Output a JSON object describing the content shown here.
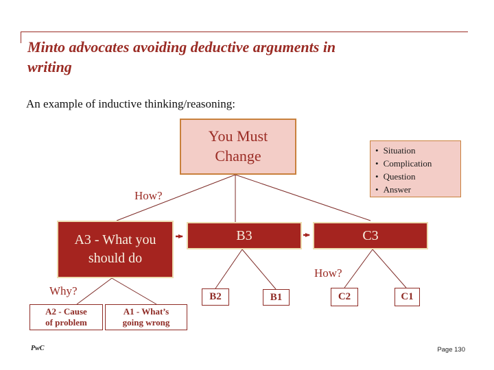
{
  "slide": {
    "title": {
      "line1": "Minto advocates avoiding deductive arguments in",
      "line2": "writing"
    },
    "subtitle": "An example of inductive thinking/reasoning:",
    "footer": {
      "logo": "PwC",
      "page": "Page 130"
    }
  },
  "diagram": {
    "top_box": {
      "line1": "You Must",
      "line2": "Change"
    },
    "scqa_box": {
      "items": [
        "Situation",
        "Complication",
        "Question",
        "Answer"
      ]
    },
    "labels": {
      "how_top": "How?",
      "why": "Why?",
      "how_right": "How?"
    },
    "level3": {
      "a3": {
        "line1": "A3 - What you",
        "line2": "should do"
      },
      "b3": "B3",
      "c3": "C3"
    },
    "level2": {
      "b2": "B2",
      "b1": "B1",
      "c2": "C2",
      "c1": "C1"
    },
    "level1": {
      "a2": {
        "line1": "A2 - Cause",
        "line2": "of problem"
      },
      "a1": {
        "line1": "A1 - What’s",
        "line2": "going wrong"
      }
    }
  },
  "colors": {
    "accent_dark_red": "#9a2b24",
    "box_fill_red": "#a5241f",
    "box_border_cream": "#ecdcb0",
    "box_fill_pink": "#f3cdc7",
    "box_border_tan": "#c8803c",
    "connector_maroon": "#7d2b27",
    "text_black": "#111111"
  }
}
